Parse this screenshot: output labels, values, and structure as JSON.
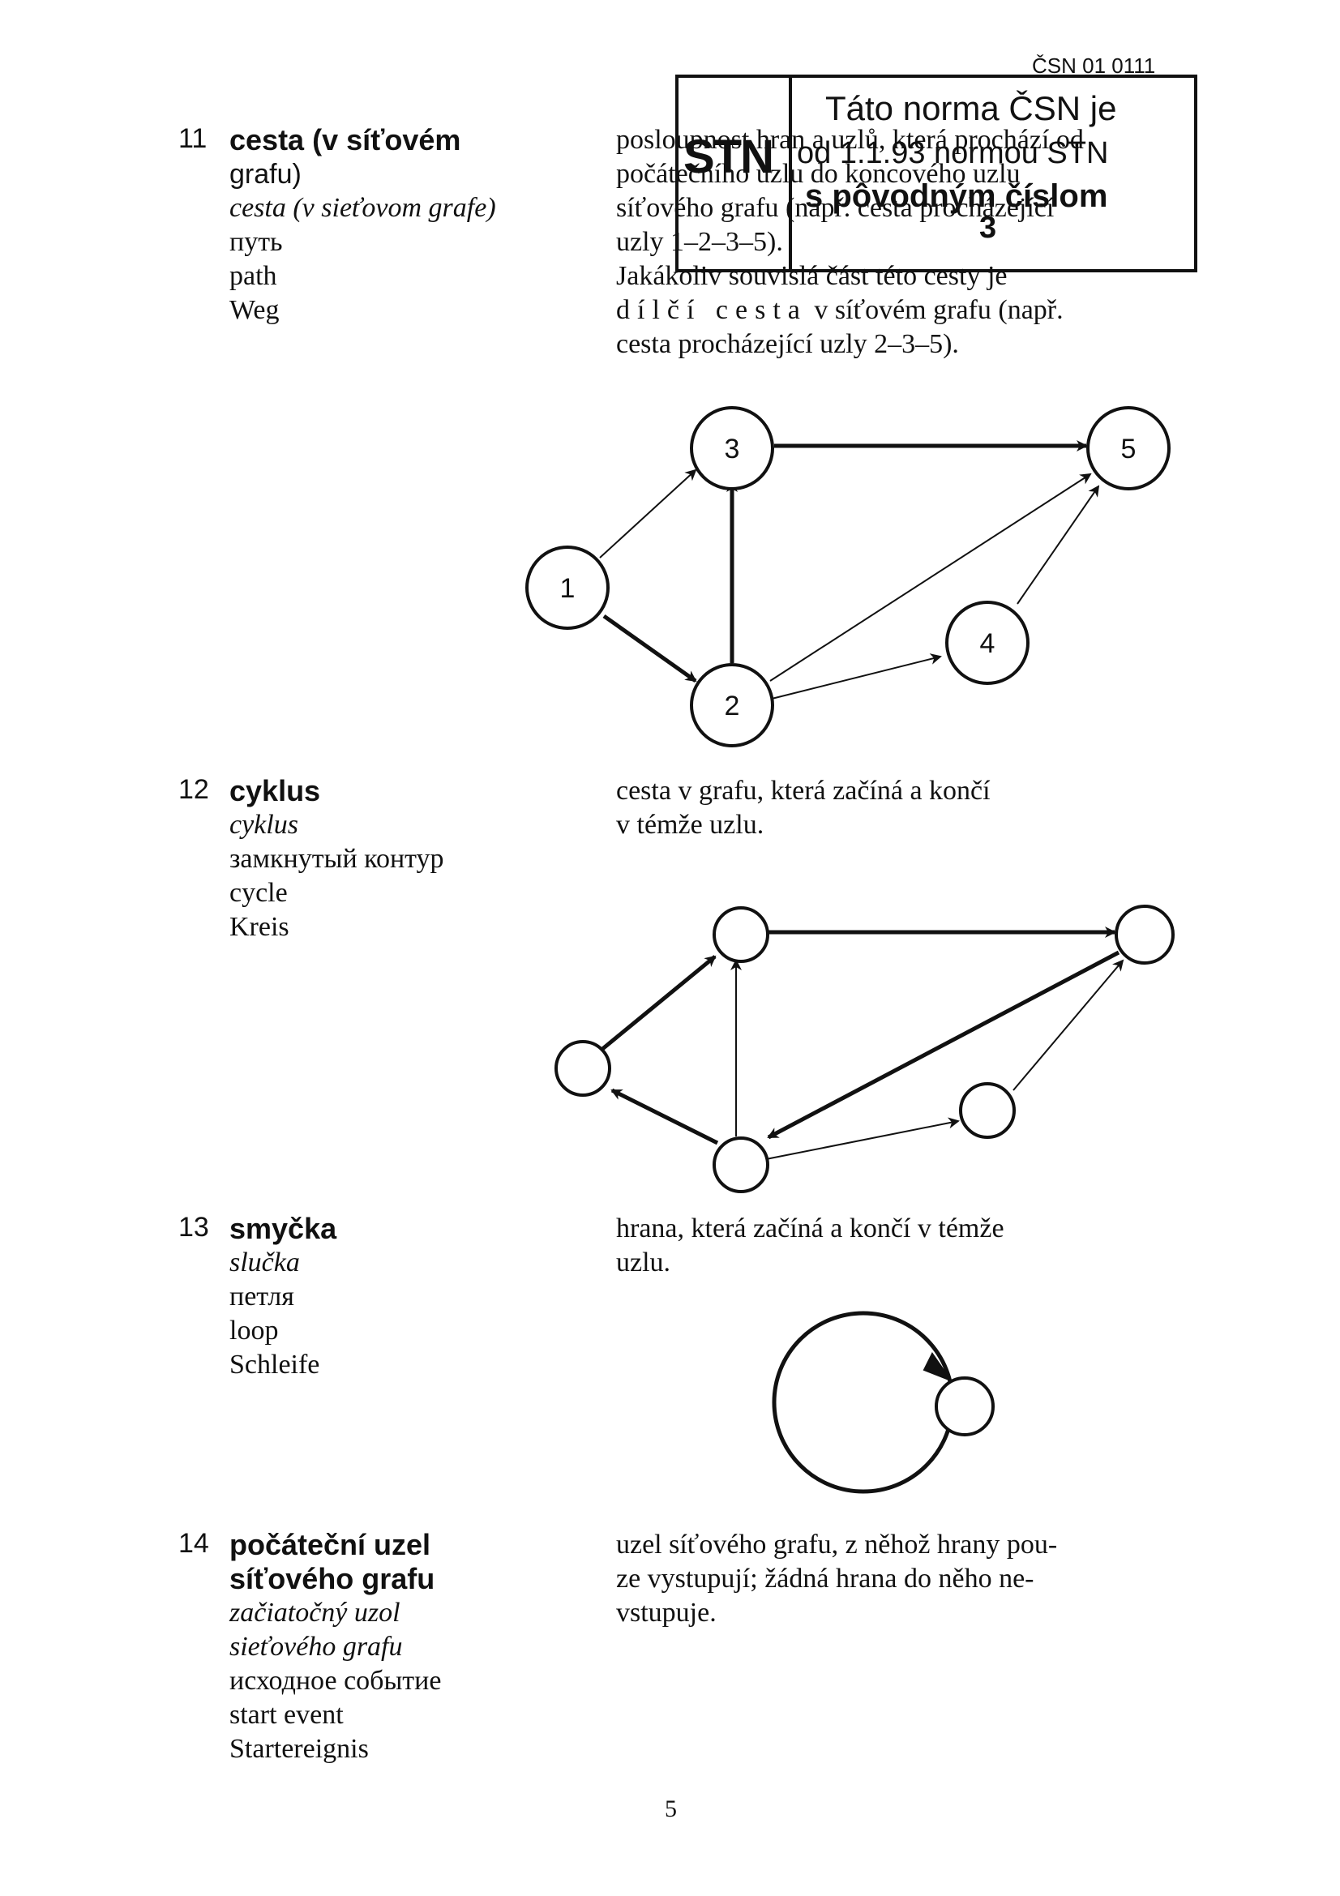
{
  "stamp": {
    "header": "ČSN 01 0111",
    "logo": "STN",
    "lines": [
      "Táto norma ČSN je",
      "od 1.1.93 normou STN",
      "s pôvodným číslom",
      "3"
    ]
  },
  "entries": [
    {
      "number": "11",
      "term": [
        "cesta (v síťovém",
        "grafu)"
      ],
      "slovak": "cesta (v sieťovom grafe)",
      "russian": "путь",
      "english": "path",
      "german": "Weg",
      "definition": [
        "posloupnost hran a uzlů, která prochází od",
        "počátečního uzlu do koncového uzlu",
        "síťového grafu (např. cesta procházející",
        "uzly 1–2–3–5).",
        "Jakákoliv souvislá část této cesty je",
        "dílčí cesta",
        "v síťovém grafu (např.",
        "cesta procházející uzly 2–3–5)."
      ],
      "nodes": [
        "1",
        "2",
        "3",
        "4",
        "5"
      ]
    },
    {
      "number": "12",
      "term": [
        "cyklus"
      ],
      "slovak": "cyklus",
      "russian": "замкнутый контур",
      "english": "cycle",
      "german": "Kreis",
      "definition": [
        "cesta v grafu, která začíná a končí",
        "v témže uzlu."
      ]
    },
    {
      "number": "13",
      "term": [
        "smyčka"
      ],
      "slovak": "slučka",
      "russian": "петля",
      "english": "loop",
      "german": "Schleife",
      "definition": [
        "hrana, která začíná a končí v témže",
        "uzlu."
      ]
    },
    {
      "number": "14",
      "term": [
        "počáteční uzel",
        "síťového grafu"
      ],
      "slovak": [
        "začiatočný uzol",
        "sieťového grafu"
      ],
      "russian": "исходное событие",
      "english": "start event",
      "german": "Startereignis",
      "definition": [
        "uzel síťového grafu, z něhož hrany pou-",
        "ze vystupují; žádná hrana do něho ne-",
        "vstupuje."
      ]
    }
  ],
  "page_number": "5"
}
